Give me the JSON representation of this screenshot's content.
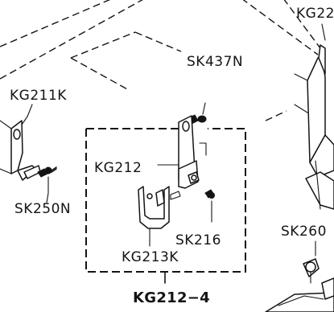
{
  "labels": {
    "kg22_partial": "KG22",
    "sk437n": "SK437N",
    "kg211k": "KG211K",
    "kg212": "KG212",
    "sk250n": "SK250N",
    "sk216": "SK216",
    "sk260_partial": "SK260",
    "kg213k": "KG213K",
    "assembly": "KG212−4"
  }
}
